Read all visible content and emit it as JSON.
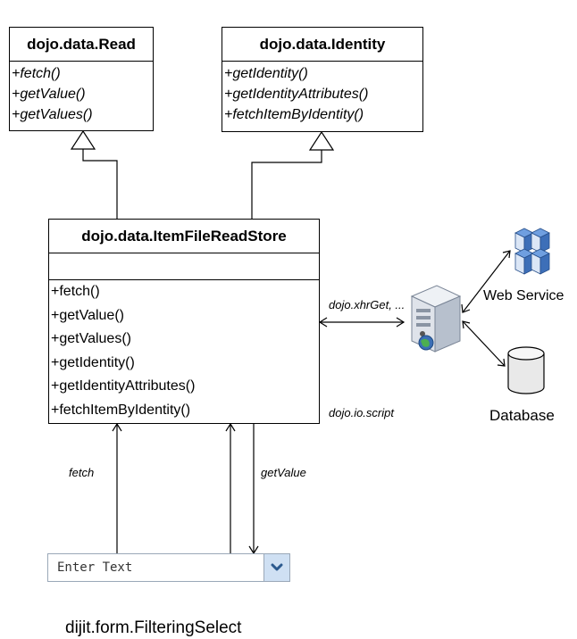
{
  "read_interface": {
    "title": "dojo.data.Read",
    "methods": [
      "+fetch()",
      "+getValue()",
      "+getValues()"
    ]
  },
  "identity_interface": {
    "title": "dojo.data.Identity",
    "methods": [
      "+getIdentity()",
      "+getIdentityAttributes()",
      "+fetchItemByIdentity()"
    ]
  },
  "store_class": {
    "title": "dojo.data.ItemFileReadStore",
    "methods": [
      "+fetch()",
      "+getValue()",
      "+getValues()",
      "+getIdentity()",
      "+getIdentityAttributes()",
      "+fetchItemByIdentity()"
    ]
  },
  "connector_labels": {
    "xhr": "dojo.xhrGet, ...",
    "script": "dojo.io.script",
    "fetch": "fetch",
    "get_value": "getValue"
  },
  "nodes": {
    "web_service": "Web Service",
    "database": "Database"
  },
  "widget": {
    "placeholder": "Enter Text",
    "caption": "dijit.form.FilteringSelect"
  },
  "icons": {
    "server": "server-icon",
    "web_service": "server-cluster-icon",
    "database": "database-icon",
    "dropdown": "chevron-down-icon"
  },
  "colors": {
    "dropdown_button": "#cfe0f3",
    "chevron": "#2c5a8f",
    "server_body": "#dfe3ea",
    "server_accent": "#3a6fb5"
  }
}
